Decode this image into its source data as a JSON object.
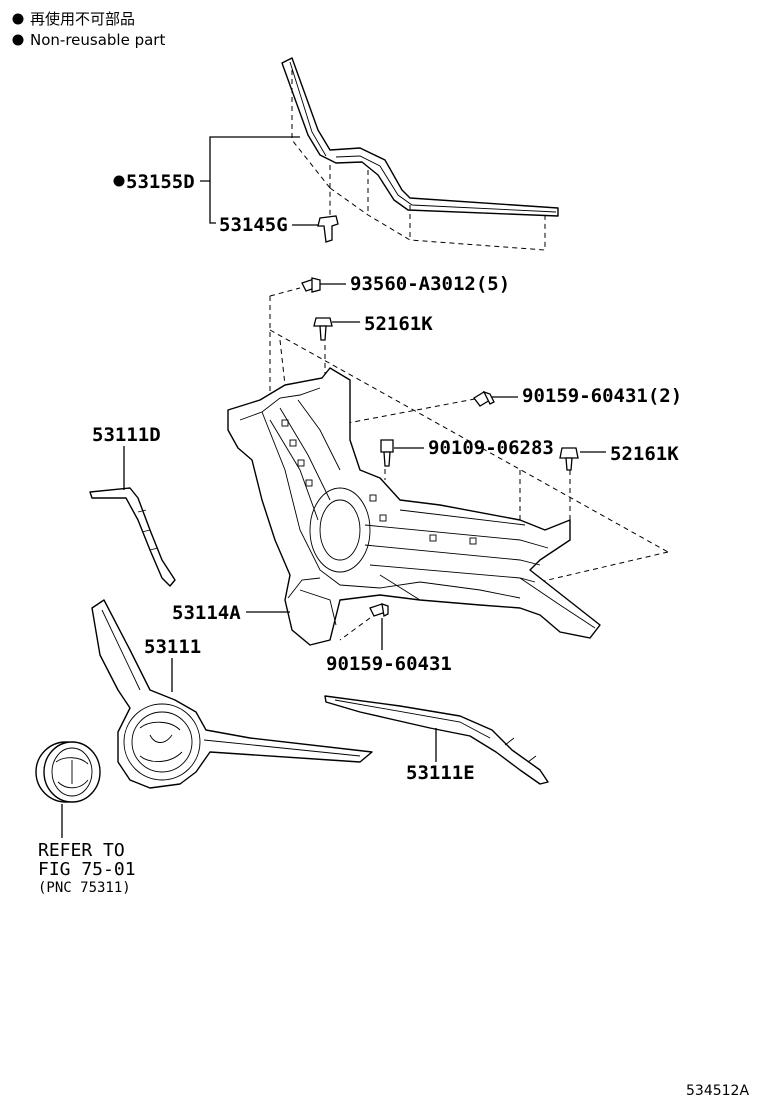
{
  "legend": {
    "bullet": "●",
    "line_jp": "再使用不可部品",
    "line_en": "Non-reusable part"
  },
  "parts": {
    "p53155D": "53155D",
    "p53145G": "53145G",
    "p93560": "93560-A3012(5)",
    "p52161K_top": "52161K",
    "p90159_2": "90159-60431(2)",
    "p90109": "90109-06283",
    "p52161K_right": "52161K",
    "p53111D": "53111D",
    "p53114A": "53114A",
    "p90159": "90159-60431",
    "p53111": "53111",
    "p53111E": "53111E"
  },
  "reference": {
    "line1": "REFER TO",
    "line2": "FIG 75-01",
    "line3": "(PNC 75311)"
  },
  "figure_id": "534512A"
}
